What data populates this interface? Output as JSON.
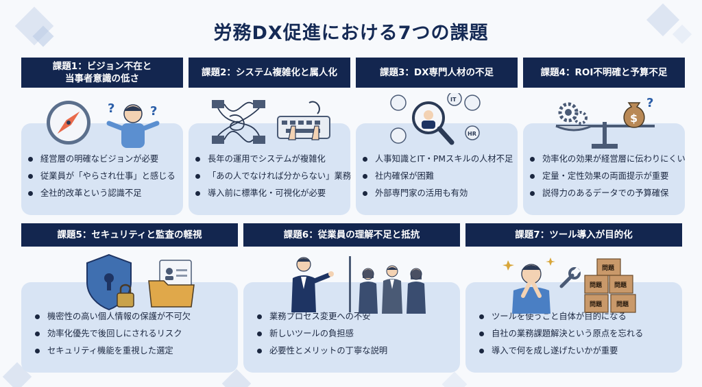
{
  "title": "労務DX促進における7つの課題",
  "colors": {
    "header": "#13264f",
    "card": "#d8e4f4",
    "title": "#152a55"
  },
  "cards": [
    {
      "heading": "課題1：ビジョン不在と\n当事者意識の低さ",
      "icons": [
        "compass-icon",
        "confused-person-icon"
      ],
      "items": [
        "経営層の明確なビジョンが必要",
        "従業員が「やらされ仕事」と感じる",
        "全社的改革という認識不足"
      ]
    },
    {
      "heading": "課題2：システム複雑化と属人化",
      "icons": [
        "tangled-servers-icon",
        "keyboard-typing-icon"
      ],
      "items": [
        "長年の運用でシステムが複雑化",
        "「あの人でなければ分からない」業務",
        "導入前に標準化・可視化が必要"
      ]
    },
    {
      "heading": "課題3：DX専門人材の不足",
      "icons": [
        "talent-search-icon"
      ],
      "badges": [
        "IT",
        "HR"
      ],
      "items": [
        "人事知識とIT・PMスキルの人材不足",
        "社内確保が困難",
        "外部専門家の活用も有効"
      ]
    },
    {
      "heading": "課題4：ROI不明確と予算不足",
      "icons": [
        "balance-scale-icon",
        "money-bag-icon"
      ],
      "badges": [
        "$"
      ],
      "items": [
        "効率化の効果が経営層に伝わりにくい",
        "定量・定性効果の両面提示が重要",
        "説得力のあるデータでの予算確保"
      ]
    },
    {
      "heading": "課題5：セキュリティと監査の軽視",
      "icons": [
        "security-shield-icon",
        "personal-files-icon"
      ],
      "items": [
        "機密性の高い個人情報の保護が不可欠",
        "効率化優先で後回しにされるリスク",
        "セキュリティ機能を重視した選定"
      ]
    },
    {
      "heading": "課題6：従業員の理解不足と抵抗",
      "icons": [
        "presenter-icon",
        "worried-employees-icon"
      ],
      "items": [
        "業務プロセス変更への不安",
        "新しいツールの負担感",
        "必要性とメリットの丁寧な説明"
      ]
    },
    {
      "heading": "課題7：ツール導入が目的化",
      "icons": [
        "stressed-person-icon",
        "wrench-icon",
        "problem-boxes-icon"
      ],
      "badges": [
        "問題"
      ],
      "items": [
        "ツールを使うこと自体が目的になる",
        "自社の業務課題解決という原点を忘れる",
        "導入で何を成し遂げたいかが重要"
      ]
    }
  ]
}
